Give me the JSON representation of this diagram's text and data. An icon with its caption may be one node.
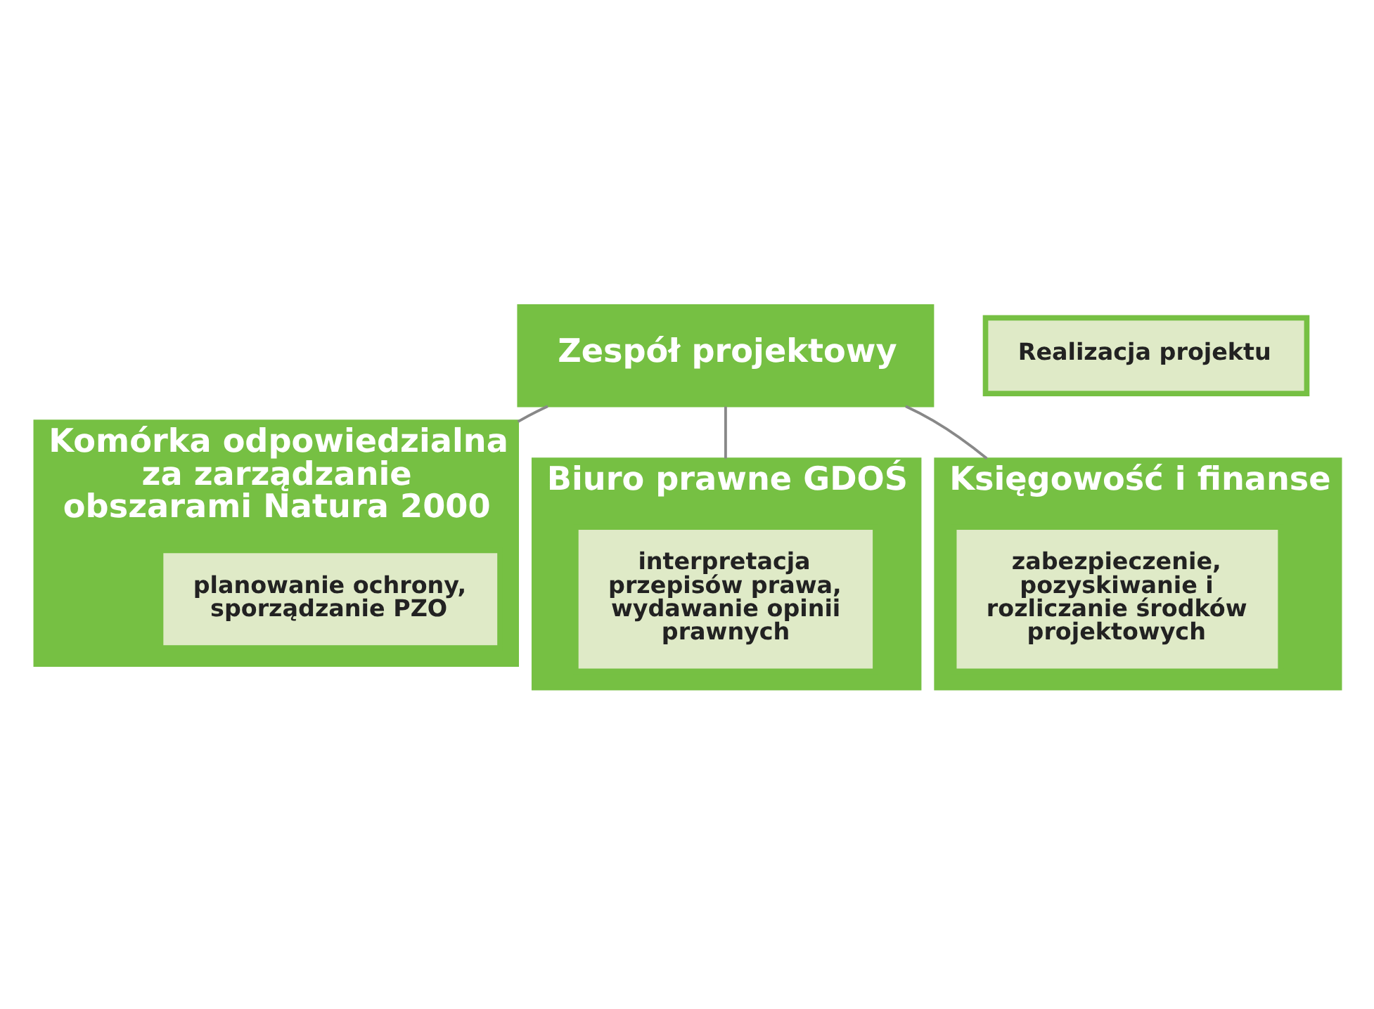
{
  "diagram": {
    "nodes": [
      {
        "text": [
          "Zespół projektowy"
        ]
      },
      {
        "text": [
          "Realizacja projektu"
        ]
      },
      {
        "text": [
          "Komórka odpowiedzialna za zarządzanie obszarami Natura 2000"
        ]
      },
      {
        "text": [
          "planowanie ochrony, sporządzanie PZO"
        ],
        "in": 2
      },
      {
        "text": [
          "Biuro prawne GDOŚ"
        ]
      },
      {
        "text": [
          "interpretacja przepisów prawa, wydawanie opinii prawnych"
        ],
        "in": 4
      },
      {
        "text": [
          "Księgowość i finanse"
        ]
      },
      {
        "text": [
          "zabezpieczenie, pozyskiwanie i rozliczanie środków projektowych"
        ],
        "in": 6
      }
    ],
    "edges": [
      {
        "from": 0,
        "to": 2,
        "arrow": "none"
      },
      {
        "from": 0,
        "to": 4,
        "arrow": "none"
      },
      {
        "from": 0,
        "to": 6,
        "arrow": "none"
      }
    ]
  }
}
